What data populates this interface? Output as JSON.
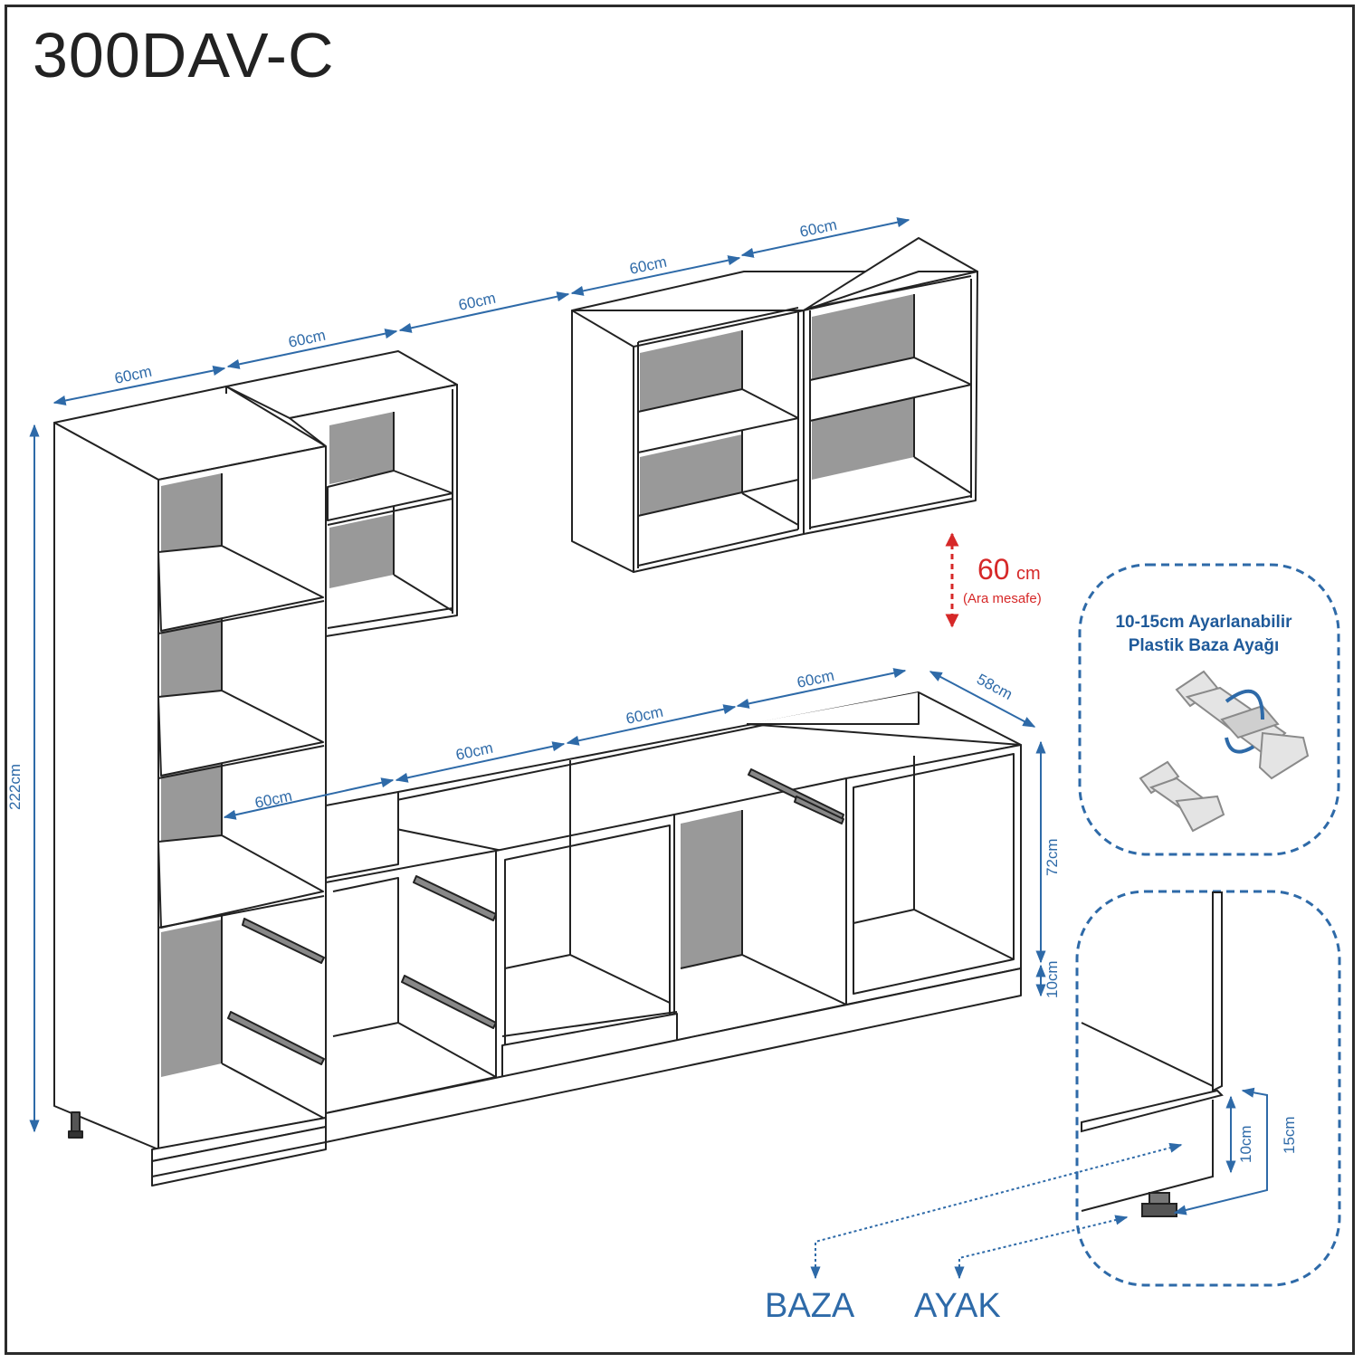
{
  "product_code": "300DAV-C",
  "dimensions": {
    "top_1": "60cm",
    "top_2": "60cm",
    "top_3": "60cm",
    "top_4": "60cm",
    "top_5": "60cm",
    "tall_height": "222cm",
    "base_1": "60cm",
    "base_2": "60cm",
    "base_3": "60cm",
    "base_4": "60cm",
    "depth": "58cm",
    "base_height": "72cm",
    "plinth_height": "10cm"
  },
  "gap": {
    "value": "60",
    "unit": "cm",
    "caption": "(Ara mesafe)"
  },
  "leg_box": {
    "title_line_1": "10-15cm Ayarlanabilir",
    "title_line_2": "Plastik Baza Ayağı"
  },
  "detail": {
    "plinth_height": "10cm",
    "leg_height": "15cm"
  },
  "labels": {
    "baza": "BAZA",
    "ayak": "AYAK"
  },
  "colors": {
    "dimension": "#2e6aa8",
    "gap": "#d62828",
    "outline": "#222222",
    "inner_panel": "#999999"
  }
}
